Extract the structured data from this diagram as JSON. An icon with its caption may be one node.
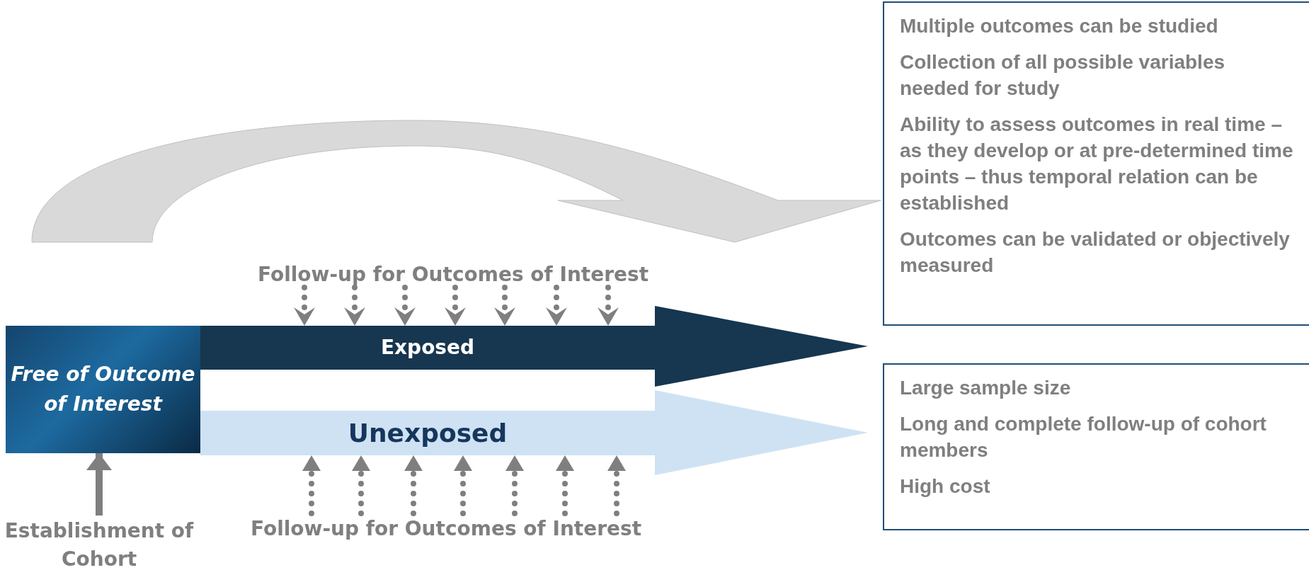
{
  "diagram": {
    "nodes": [
      {
        "text": [
          "Free of Outcome of Interest"
        ]
      },
      {
        "text": [
          "Exposed"
        ]
      },
      {
        "text": [
          "Unexposed"
        ]
      },
      {
        "text": [
          "Multiple outcomes can be studied",
          "Collection of all possible variables needed for  study",
          "Ability to assess outcomes in real time – as they develop or at pre-determined time points – thus temporal relation can be established",
          "Outcomes can be validated or objectively measured"
        ]
      },
      {
        "text": [
          "Large sample size",
          "Long and complete follow-up of cohort members",
          "High cost"
        ]
      },
      {
        "text": [
          "Establishment of Cohort"
        ]
      },
      {
        "text": [
          "Follow-up for Outcomes of Interest"
        ]
      },
      {
        "text": [
          "Follow-up for Outcomes of Interest"
        ]
      }
    ],
    "edges": [
      {
        "from": null,
        "to": 3,
        "arrow": "to",
        "style": "thick",
        "color": "#d9d9d9"
      },
      {
        "from": 5,
        "to": 0,
        "arrow": "to"
      },
      {
        "from": 6,
        "to": 1,
        "arrow": "to",
        "style": "dashed"
      },
      {
        "from": 6,
        "to": 1,
        "arrow": "to",
        "style": "dashed"
      },
      {
        "from": 6,
        "to": 1,
        "arrow": "to",
        "style": "dashed"
      },
      {
        "from": 6,
        "to": 1,
        "arrow": "to",
        "style": "dashed"
      },
      {
        "from": 6,
        "to": 1,
        "arrow": "to",
        "style": "dashed"
      },
      {
        "from": 6,
        "to": 1,
        "arrow": "to",
        "style": "dashed"
      },
      {
        "from": 6,
        "to": 1,
        "arrow": "to",
        "style": "dashed"
      },
      {
        "from": 7,
        "to": 2,
        "arrow": "to",
        "style": "dashed"
      },
      {
        "from": 7,
        "to": 2,
        "arrow": "to",
        "style": "dashed"
      },
      {
        "from": 7,
        "to": 2,
        "arrow": "to",
        "style": "dashed"
      },
      {
        "from": 7,
        "to": 2,
        "arrow": "to",
        "style": "dashed"
      },
      {
        "from": 7,
        "to": 2,
        "arrow": "to",
        "style": "dashed"
      },
      {
        "from": 7,
        "to": 2,
        "arrow": "to",
        "style": "dashed"
      },
      {
        "from": 7,
        "to": 2,
        "arrow": "to",
        "style": "dashed"
      }
    ]
  }
}
